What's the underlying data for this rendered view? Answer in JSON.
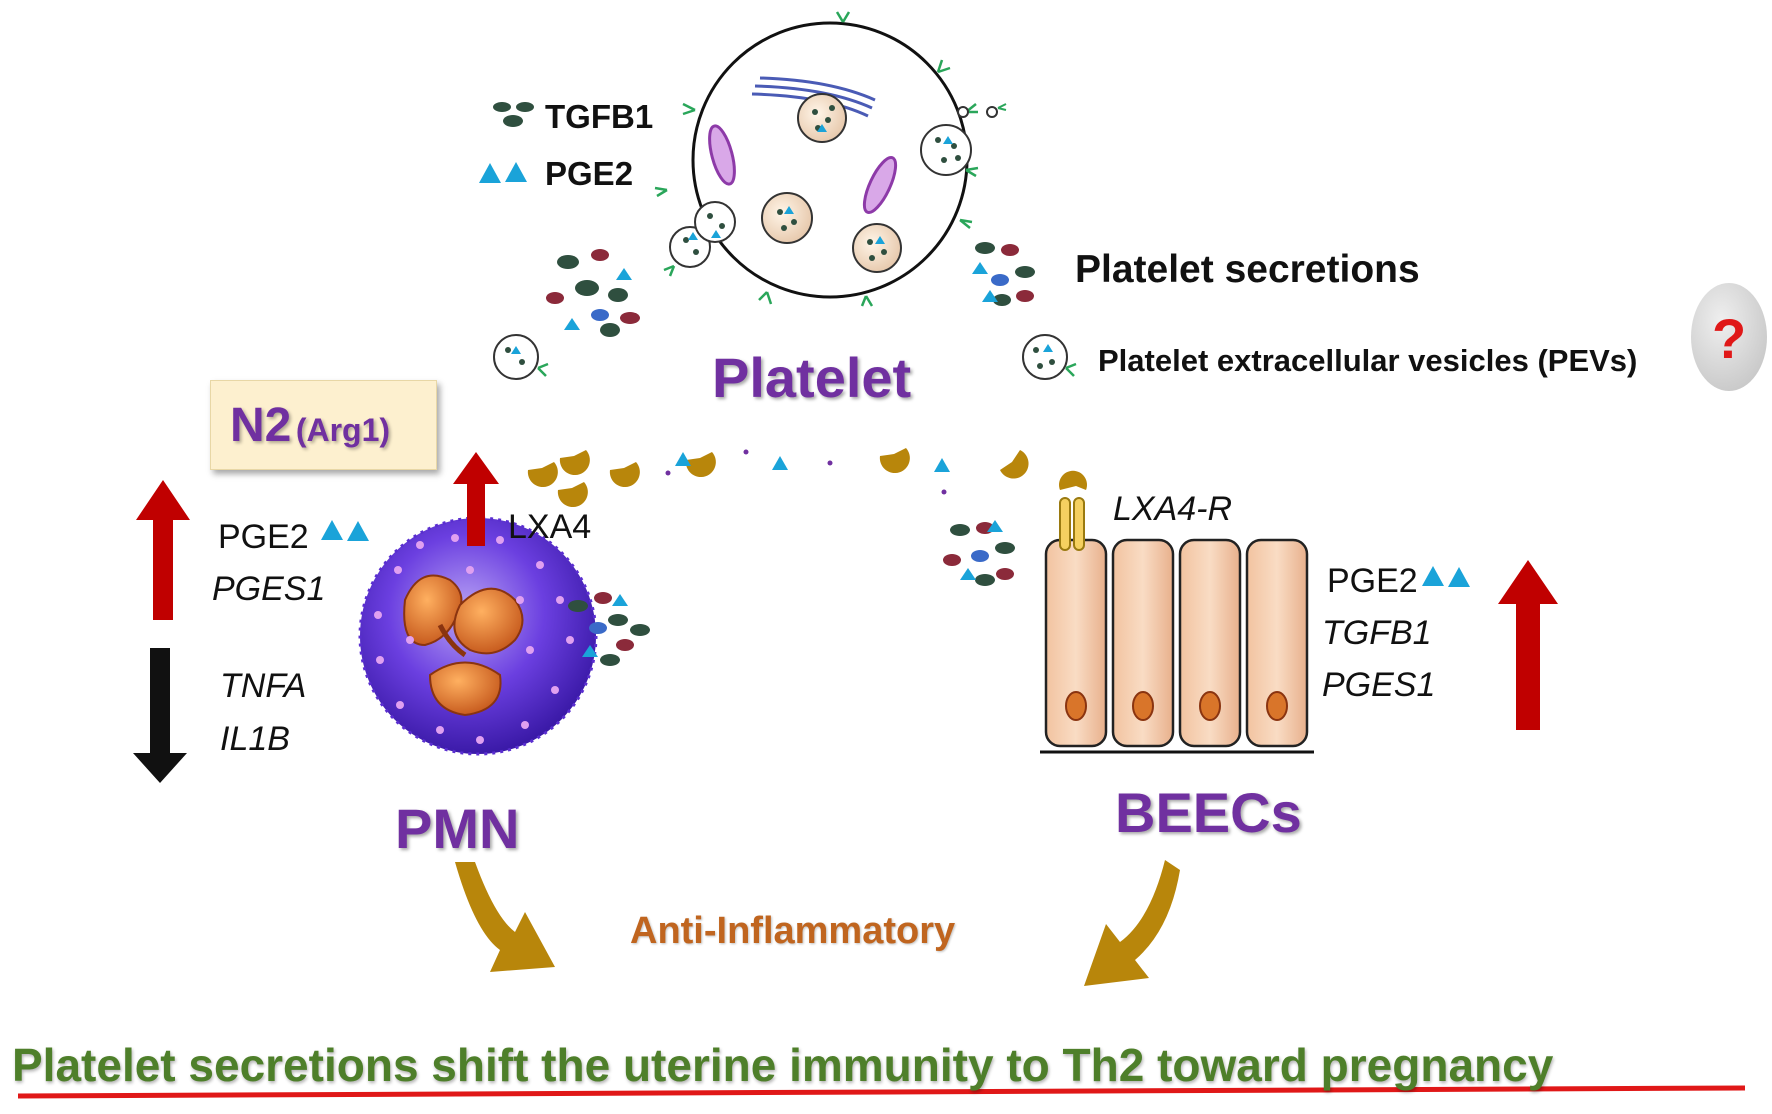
{
  "labels": {
    "platelet": "Platelet",
    "pmn": "PMN",
    "beecs": "BEECs",
    "n2": "N2",
    "n2_sub": "(Arg1)",
    "lxa4": "LXA4",
    "lxa4r": "LXA4-R",
    "anti_inflammatory": "Anti-Inflammatory",
    "pmn_up_pge2": "PGE2",
    "pmn_up_pges1": "PGES1",
    "pmn_down_tnfa": "TNFA",
    "pmn_down_il1b": "IL1B",
    "beecs_pge2": "PGE2",
    "beecs_tgfb1": "TGFB1",
    "beecs_pges1": "PGES1",
    "question": "?"
  },
  "legend": {
    "tgfb1": "TGFB1",
    "pge2": "PGE2",
    "secretions": "Platelet secretions",
    "pevs": "Platelet extracellular  vesicles (PEVs)"
  },
  "conclusion": "Platelet secretions shift the uterine immunity to Th2 toward pregnancy",
  "colors": {
    "purple": "#7030a0",
    "red_arrow": "#c00000",
    "black_arrow": "#111111",
    "gold": "#b8860b",
    "green_text": "#4e7f2a",
    "underline": "#e01818",
    "orange_text": "#c0651f",
    "pge2_icon": "#1aa3d9",
    "tgfb1_icon": "#2f4f3f"
  }
}
